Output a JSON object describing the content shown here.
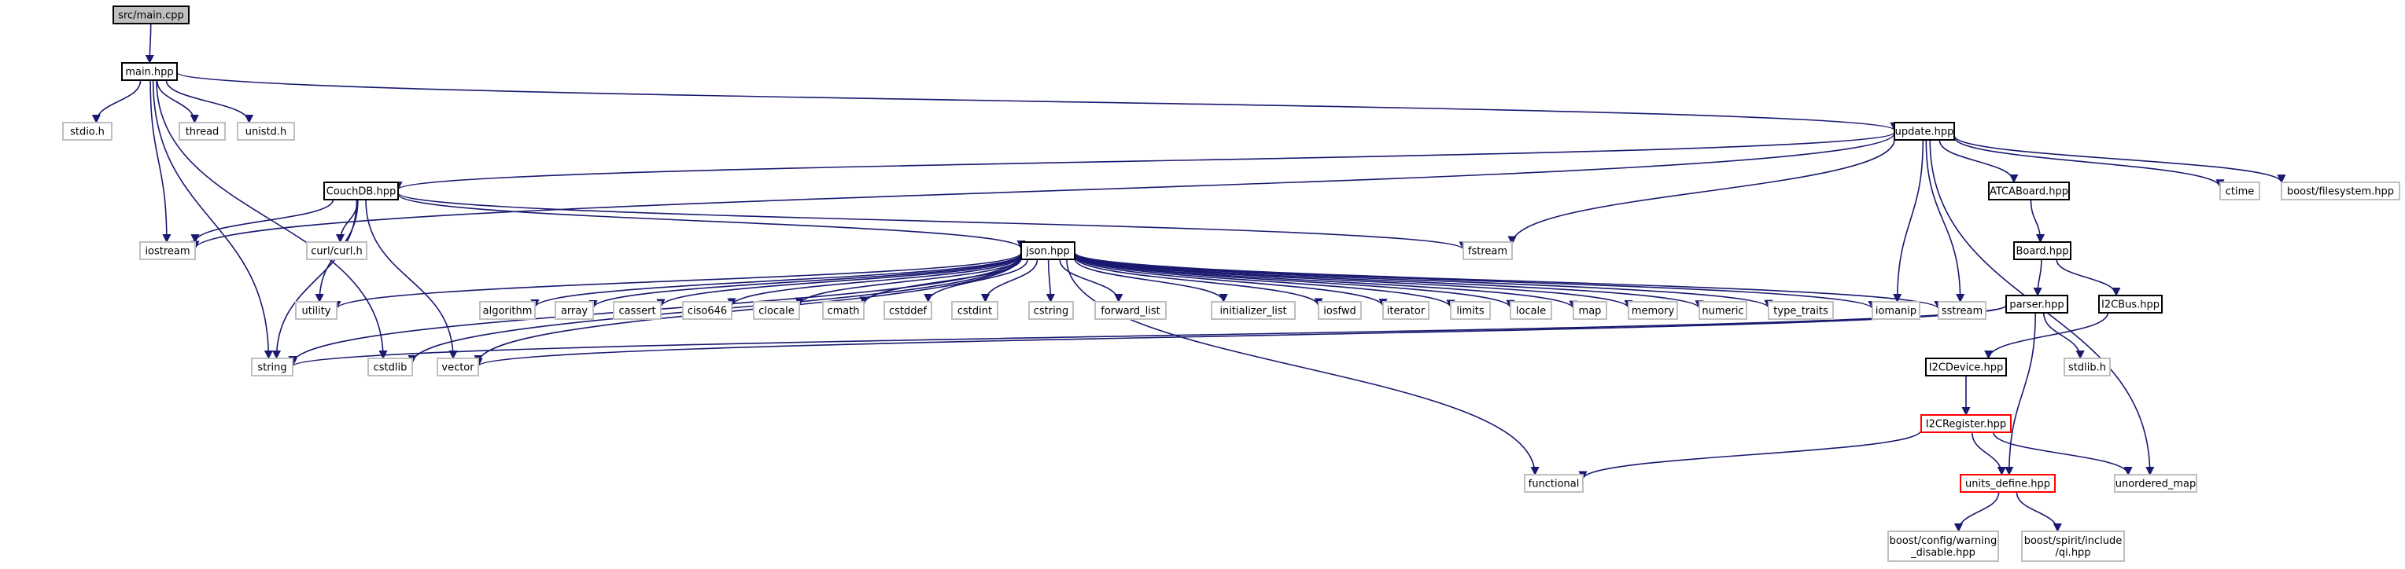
{
  "colors": {
    "edge": "#191970",
    "root_fill": "#bfbfbf",
    "node_border": "#000000",
    "system_border": "#bfbfbf",
    "incomplete_border": "#ff0000",
    "background": "#ffffff"
  },
  "nodes": [
    {
      "id": "n_main_cpp",
      "label": "src/main.cpp",
      "kind": "root"
    },
    {
      "id": "n_main_hpp",
      "label": "main.hpp",
      "kind": "file"
    },
    {
      "id": "n_stdio",
      "label": "stdio.h",
      "kind": "system"
    },
    {
      "id": "n_thread",
      "label": "thread",
      "kind": "system"
    },
    {
      "id": "n_unistd",
      "label": "unistd.h",
      "kind": "system"
    },
    {
      "id": "n_update",
      "label": "update.hpp",
      "kind": "file"
    },
    {
      "id": "n_couchdb",
      "label": "CouchDB.hpp",
      "kind": "file"
    },
    {
      "id": "n_atca",
      "label": "ATCABoard.hpp",
      "kind": "file"
    },
    {
      "id": "n_ctime",
      "label": "ctime",
      "kind": "system"
    },
    {
      "id": "n_boostfs",
      "label": "boost/filesystem.hpp",
      "kind": "system"
    },
    {
      "id": "n_iostream",
      "label": "iostream",
      "kind": "system"
    },
    {
      "id": "n_curl",
      "label": "curl/curl.h",
      "kind": "system"
    },
    {
      "id": "n_fstream",
      "label": "fstream",
      "kind": "system"
    },
    {
      "id": "n_json",
      "label": "json.hpp",
      "kind": "file"
    },
    {
      "id": "n_board",
      "label": "Board.hpp",
      "kind": "file"
    },
    {
      "id": "n_utility",
      "label": "utility",
      "kind": "system"
    },
    {
      "id": "n_algorithm",
      "label": "algorithm",
      "kind": "system"
    },
    {
      "id": "n_array",
      "label": "array",
      "kind": "system"
    },
    {
      "id": "n_cassert",
      "label": "cassert",
      "kind": "system"
    },
    {
      "id": "n_ciso646",
      "label": "ciso646",
      "kind": "system"
    },
    {
      "id": "n_clocale",
      "label": "clocale",
      "kind": "system"
    },
    {
      "id": "n_cmath",
      "label": "cmath",
      "kind": "system"
    },
    {
      "id": "n_cstddef",
      "label": "cstddef",
      "kind": "system"
    },
    {
      "id": "n_cstdint",
      "label": "cstdint",
      "kind": "system"
    },
    {
      "id": "n_cstring",
      "label": "cstring",
      "kind": "system"
    },
    {
      "id": "n_forward_list",
      "label": "forward_list",
      "kind": "system"
    },
    {
      "id": "n_initializer_list",
      "label": "initializer_list",
      "kind": "system"
    },
    {
      "id": "n_iosfwd",
      "label": "iosfwd",
      "kind": "system"
    },
    {
      "id": "n_iterator",
      "label": "iterator",
      "kind": "system"
    },
    {
      "id": "n_limits",
      "label": "limits",
      "kind": "system"
    },
    {
      "id": "n_locale",
      "label": "locale",
      "kind": "system"
    },
    {
      "id": "n_map",
      "label": "map",
      "kind": "system"
    },
    {
      "id": "n_memory",
      "label": "memory",
      "kind": "system"
    },
    {
      "id": "n_numeric",
      "label": "numeric",
      "kind": "system"
    },
    {
      "id": "n_type_traits",
      "label": "type_traits",
      "kind": "system"
    },
    {
      "id": "n_iomanip",
      "label": "iomanip",
      "kind": "system"
    },
    {
      "id": "n_sstream",
      "label": "sstream",
      "kind": "system"
    },
    {
      "id": "n_parser",
      "label": "parser.hpp",
      "kind": "file"
    },
    {
      "id": "n_i2cbus",
      "label": "I2CBus.hpp",
      "kind": "file"
    },
    {
      "id": "n_string",
      "label": "string",
      "kind": "system"
    },
    {
      "id": "n_cstdlib",
      "label": "cstdlib",
      "kind": "system"
    },
    {
      "id": "n_vector",
      "label": "vector",
      "kind": "system"
    },
    {
      "id": "n_stdlib",
      "label": "stdlib.h",
      "kind": "system"
    },
    {
      "id": "n_i2cdevice",
      "label": "I2CDevice.hpp",
      "kind": "file"
    },
    {
      "id": "n_i2cregister",
      "label": "I2CRegister.hpp",
      "kind": "incomplete"
    },
    {
      "id": "n_functional",
      "label": "functional",
      "kind": "system"
    },
    {
      "id": "n_units",
      "label": "units_define.hpp",
      "kind": "incomplete"
    },
    {
      "id": "n_unordered_map",
      "label": "unordered_map",
      "kind": "system"
    },
    {
      "id": "n_boost_warning",
      "label": "boost/config/warning\n_disable.hpp",
      "kind": "system"
    },
    {
      "id": "n_boost_qi",
      "label": "boost/spirit/include\n/qi.hpp",
      "kind": "system"
    }
  ],
  "edges": [
    [
      "n_main_cpp",
      "n_main_hpp"
    ],
    [
      "n_main_hpp",
      "n_stdio"
    ],
    [
      "n_main_hpp",
      "n_thread"
    ],
    [
      "n_main_hpp",
      "n_unistd"
    ],
    [
      "n_main_hpp",
      "n_update"
    ],
    [
      "n_main_hpp",
      "n_iostream"
    ],
    [
      "n_main_hpp",
      "n_string"
    ],
    [
      "n_main_hpp",
      "n_cstdlib"
    ],
    [
      "n_update",
      "n_couchdb"
    ],
    [
      "n_update",
      "n_iostream"
    ],
    [
      "n_update",
      "n_atca"
    ],
    [
      "n_update",
      "n_ctime"
    ],
    [
      "n_update",
      "n_boostfs"
    ],
    [
      "n_update",
      "n_fstream"
    ],
    [
      "n_update",
      "n_iomanip"
    ],
    [
      "n_update",
      "n_sstream"
    ],
    [
      "n_update",
      "n_unordered_map"
    ],
    [
      "n_couchdb",
      "n_iostream"
    ],
    [
      "n_couchdb",
      "n_curl"
    ],
    [
      "n_couchdb",
      "n_fstream"
    ],
    [
      "n_couchdb",
      "n_json"
    ],
    [
      "n_couchdb",
      "n_utility"
    ],
    [
      "n_couchdb",
      "n_string"
    ],
    [
      "n_couchdb",
      "n_vector"
    ],
    [
      "n_atca",
      "n_board"
    ],
    [
      "n_board",
      "n_parser"
    ],
    [
      "n_board",
      "n_i2cbus"
    ],
    [
      "n_json",
      "n_utility"
    ],
    [
      "n_json",
      "n_algorithm"
    ],
    [
      "n_json",
      "n_array"
    ],
    [
      "n_json",
      "n_cassert"
    ],
    [
      "n_json",
      "n_ciso646"
    ],
    [
      "n_json",
      "n_clocale"
    ],
    [
      "n_json",
      "n_cmath"
    ],
    [
      "n_json",
      "n_cstddef"
    ],
    [
      "n_json",
      "n_cstdint"
    ],
    [
      "n_json",
      "n_cstring"
    ],
    [
      "n_json",
      "n_forward_list"
    ],
    [
      "n_json",
      "n_initializer_list"
    ],
    [
      "n_json",
      "n_iosfwd"
    ],
    [
      "n_json",
      "n_iterator"
    ],
    [
      "n_json",
      "n_limits"
    ],
    [
      "n_json",
      "n_locale"
    ],
    [
      "n_json",
      "n_map"
    ],
    [
      "n_json",
      "n_memory"
    ],
    [
      "n_json",
      "n_numeric"
    ],
    [
      "n_json",
      "n_type_traits"
    ],
    [
      "n_json",
      "n_iomanip"
    ],
    [
      "n_json",
      "n_sstream"
    ],
    [
      "n_json",
      "n_string"
    ],
    [
      "n_json",
      "n_cstdlib"
    ],
    [
      "n_json",
      "n_vector"
    ],
    [
      "n_json",
      "n_functional"
    ],
    [
      "n_parser",
      "n_string"
    ],
    [
      "n_parser",
      "n_vector"
    ],
    [
      "n_parser",
      "n_stdlib"
    ],
    [
      "n_parser",
      "n_units"
    ],
    [
      "n_i2cbus",
      "n_i2cdevice"
    ],
    [
      "n_i2cdevice",
      "n_i2cregister"
    ],
    [
      "n_i2cregister",
      "n_functional"
    ],
    [
      "n_i2cregister",
      "n_units"
    ],
    [
      "n_i2cregister",
      "n_unordered_map"
    ],
    [
      "n_units",
      "n_boost_warning"
    ],
    [
      "n_units",
      "n_boost_qi"
    ]
  ]
}
